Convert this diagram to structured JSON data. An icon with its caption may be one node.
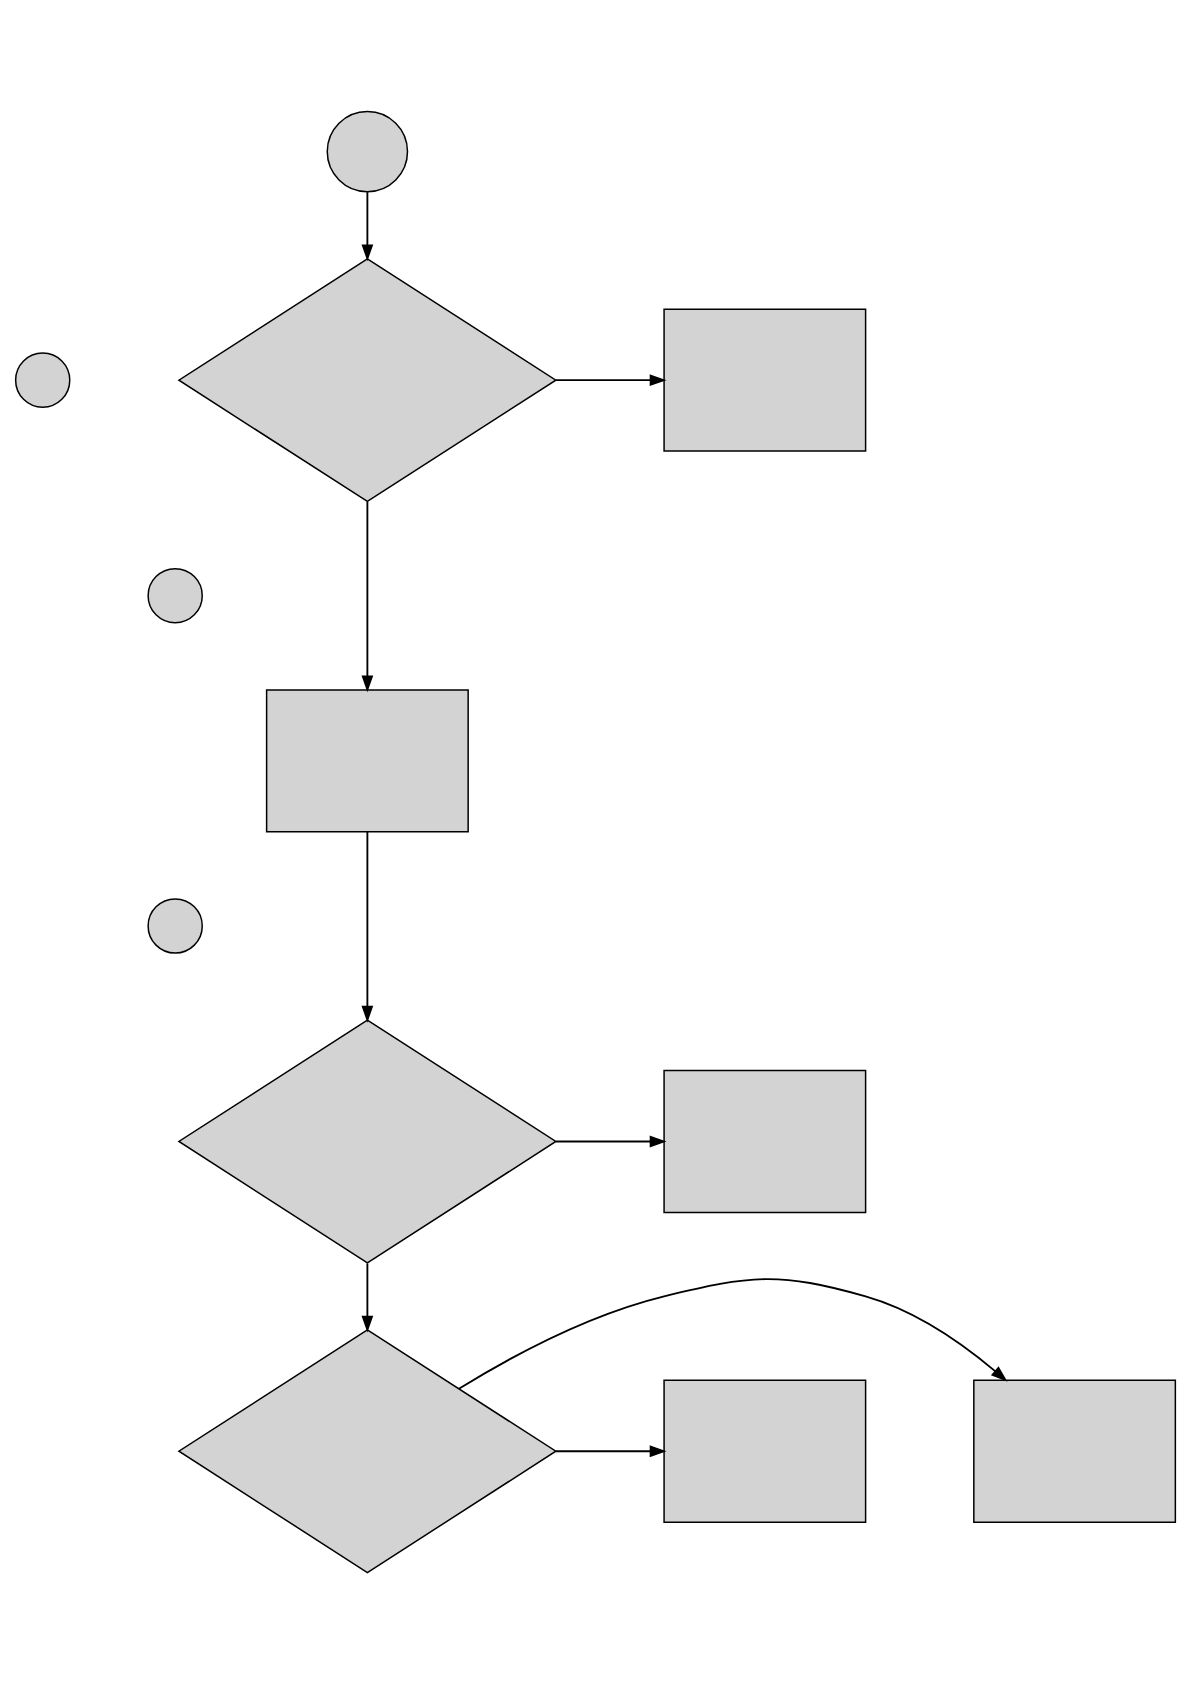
{
  "diagram": {
    "nodes": [
      {
        "text": [],
        "shape": "circle"
      },
      {
        "text": [],
        "shape": "circle"
      },
      {
        "text": [],
        "shape": "diamond"
      },
      {
        "text": [],
        "shape": "box"
      },
      {
        "text": [],
        "shape": "circle"
      },
      {
        "text": [],
        "shape": "box"
      },
      {
        "text": [],
        "shape": "circle"
      },
      {
        "text": [],
        "shape": "diamond"
      },
      {
        "text": [],
        "shape": "box"
      },
      {
        "text": [],
        "shape": "box"
      },
      {
        "text": [],
        "shape": "diamond"
      },
      {
        "text": [],
        "shape": "box"
      }
    ],
    "edges": [
      {
        "from": 0,
        "to": 2,
        "arrow": "to"
      },
      {
        "from": 2,
        "to": 3,
        "arrow": "to"
      },
      {
        "from": 2,
        "to": 5,
        "arrow": "to"
      },
      {
        "from": 5,
        "to": 7,
        "arrow": "to"
      },
      {
        "from": 7,
        "to": 8,
        "arrow": "to"
      },
      {
        "from": 7,
        "to": 10,
        "arrow": "to"
      },
      {
        "from": 10,
        "to": 9,
        "arrow": "to"
      },
      {
        "from": 10,
        "to": 11,
        "arrow": "to"
      }
    ]
  }
}
